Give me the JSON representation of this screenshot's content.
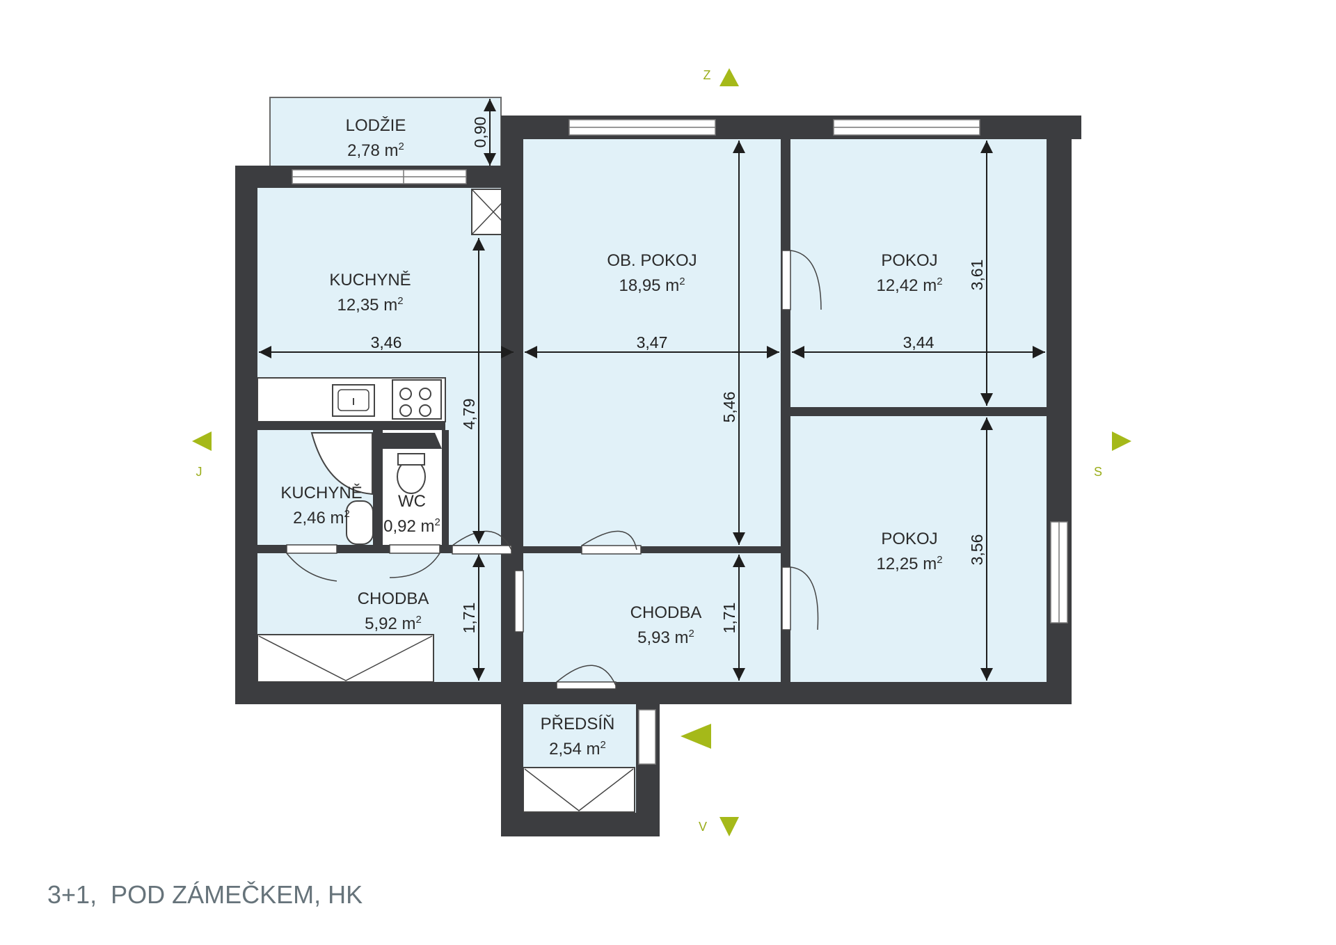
{
  "colors": {
    "wall": "#3c3d40",
    "floor": "#e1f1f8",
    "floor_light": "#d8eef7",
    "accent": "#a5b919",
    "dim": "#1e1e1e",
    "title": "#66737a"
  },
  "rooms": {
    "lodzie": {
      "name": "LODŽIE",
      "area": "2,78 m",
      "sup": "2"
    },
    "kuchyne": {
      "name": "KUCHYNĚ",
      "area": "12,35 m",
      "sup": "2"
    },
    "ob_pokoj": {
      "name": "OB. POKOJ",
      "area": "18,95 m",
      "sup": "2"
    },
    "pokoj_1": {
      "name": "POKOJ",
      "area": "12,42 m",
      "sup": "2"
    },
    "pokoj_2": {
      "name": "POKOJ",
      "area": "12,25 m",
      "sup": "2"
    },
    "koupelna": {
      "name": "KUCHYNĚ",
      "area": "2,46 m",
      "sup": "2"
    },
    "wc": {
      "name": "WC",
      "area": "0,92 m",
      "sup": "2"
    },
    "chodba_1": {
      "name": "CHODBA",
      "area": "5,92 m",
      "sup": "2"
    },
    "chodba_2": {
      "name": "CHODBA",
      "area": "5,93 m",
      "sup": "2"
    },
    "predsin": {
      "name": "PŘEDSÍŇ",
      "area": "2,54 m",
      "sup": "2"
    }
  },
  "dimensions": {
    "lodzie_depth": "0,90",
    "kuchyne_width": "3,46",
    "ob_pokoj_width": "3,47",
    "pokoj_width": "3,44",
    "kuchyne_length": "4,79",
    "ob_pokoj_length": "5,46",
    "pokoj_1_length": "3,61",
    "pokoj_2_length": "3,56",
    "chodba_1_depth": "1,71",
    "chodba_2_depth": "1,71"
  },
  "compass": {
    "north": "Z",
    "south": "V",
    "west": "J",
    "east": "S"
  },
  "title": "3+1,  POD ZÁMEČKEM, HK"
}
